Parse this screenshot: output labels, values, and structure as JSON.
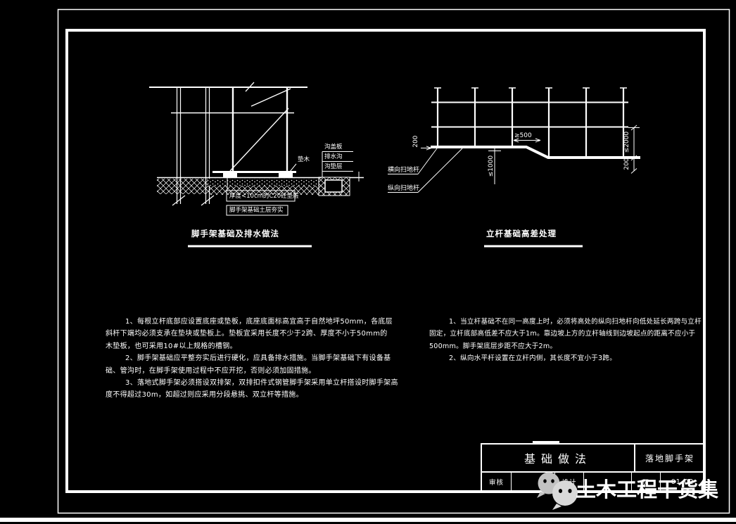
{
  "colors": {
    "background": "#000000",
    "linework": "#ffffff",
    "watermark_bubble_back": "#c2c2c2",
    "watermark_bubble_front": "#d9d9d9"
  },
  "left_drawing": {
    "title": "脚手架基础及排水做法",
    "labels": {
      "pad_timber": "垫木",
      "ditch_cover": "沟盖板",
      "drain_ditch": "排水沟",
      "ditch_cushion": "沟垫层",
      "concrete_cushion": "厚度<10cm的C20砼垫层",
      "soil_compaction": "脚手架基础土层夯实"
    }
  },
  "right_drawing": {
    "title": "立杆基础高差处理",
    "labels": {
      "transverse_sweep_rod": "横向扫地杆",
      "longitudinal_sweep_rod": "纵向扫地杆"
    },
    "dimensions": {
      "min_500": "≥500",
      "max_1000": "≤1000",
      "max_2000": "≤2000",
      "left_200": "200",
      "right_200": "200"
    }
  },
  "notes_left": {
    "lines": [
      "1、每根立杆底部应设置底座或垫板，底座底面标高宜高于自然地坪50mm，各底层",
      "斜杆下端均必须支承在垫块或垫板上。垫板宜采用长度不少于2跨、厚度不小于50mm的",
      "木垫板，也可采用10#以上规格的槽钢。",
      "2、脚手架基础应平整夯实后进行硬化，应具备排水措施。当脚手架基础下有设备基",
      "础、管沟时，在脚手架使用过程中不应开挖，否则必须加固措施。",
      "3、落地式脚手架必须搭设双排架，双排扣件式钢管脚手架采用单立杆搭设时脚手架高",
      "度不得超过30m，如超过则应采用分段悬挑、双立杆等措施。"
    ]
  },
  "notes_right": {
    "lines": [
      "1、当立杆基础不在同一高度上时，必须将高处的纵向扫地杆向低处延长两跨与立杆",
      "固定，立杆底部高低差不应大于1m。靠边坡上方的立杆轴线到边坡起点的距离不应小于",
      "500mm。脚手架底层步距不应大于2m。",
      "2、纵向水平杆设置在立杆内侧，其长度不宜小于3跨。"
    ]
  },
  "title_block": {
    "drawing_name": "基础做法",
    "category": "落地脚手架",
    "review_label": "审核",
    "design_label": "设计",
    "page_label": "页",
    "page_number": "01-02"
  },
  "watermark": {
    "text": "土木工程干货集",
    "icon": "wechat-icon"
  }
}
